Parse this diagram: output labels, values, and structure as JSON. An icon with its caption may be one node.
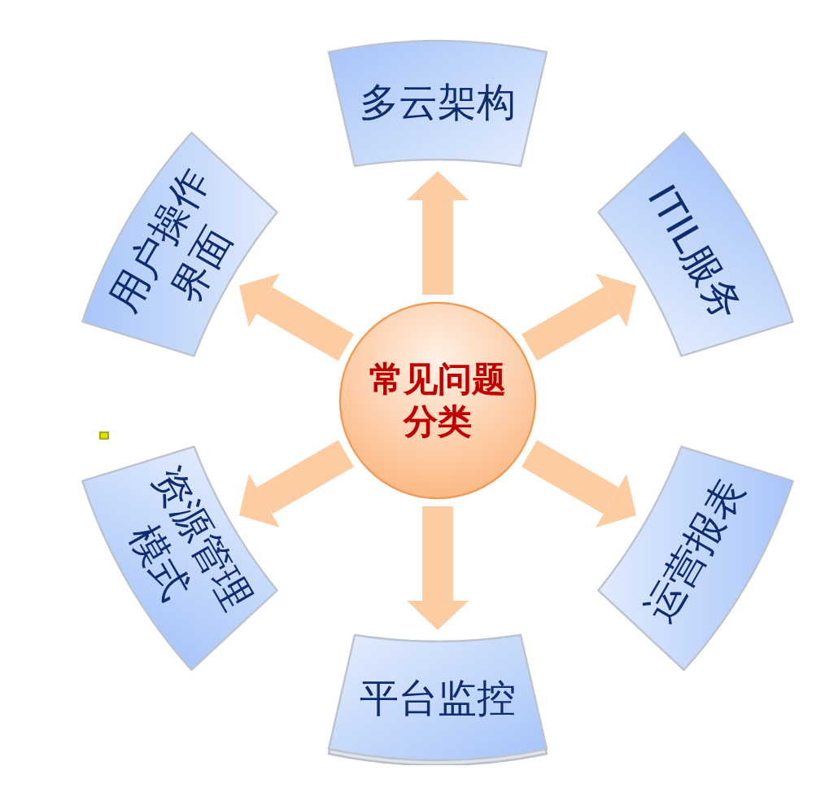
{
  "diagram": {
    "nodes": [
      {
        "text": [
          "常见问题分类"
        ]
      },
      {
        "text": [
          "多云架构"
        ]
      },
      {
        "text": [
          "ITIL服务"
        ]
      },
      {
        "text": [
          "运营报表"
        ]
      },
      {
        "text": [
          "平台监控"
        ]
      },
      {
        "text": [
          "资源管理模式"
        ]
      },
      {
        "text": [
          "用户操作界面"
        ]
      }
    ],
    "edges": [
      {
        "from": 0,
        "to": 1,
        "arrow": "to"
      },
      {
        "from": 0,
        "to": 2,
        "arrow": "to"
      },
      {
        "from": 0,
        "to": 3,
        "arrow": "to"
      },
      {
        "from": 0,
        "to": 4,
        "arrow": "to"
      },
      {
        "from": 0,
        "to": 5,
        "arrow": "to"
      },
      {
        "from": 0,
        "to": 6,
        "arrow": "to"
      }
    ]
  }
}
